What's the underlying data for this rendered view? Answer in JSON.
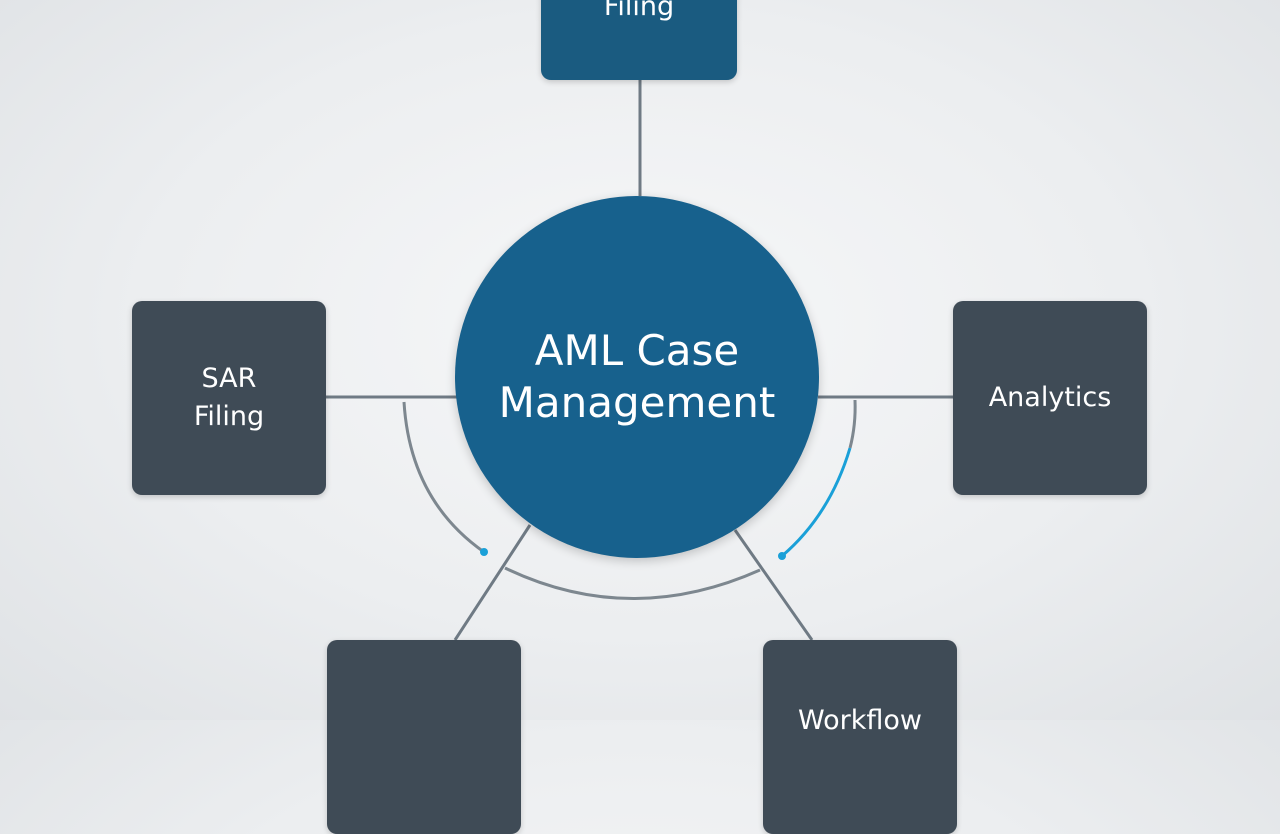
{
  "hub": {
    "line1": "AML Case",
    "line2": "Management"
  },
  "nodes": {
    "top": {
      "label": "Filing"
    },
    "left": {
      "line1": "SAR",
      "line2": "Filing"
    },
    "right": {
      "label": "Analytics"
    },
    "bottom_left": {
      "label": ""
    },
    "bottom_right": {
      "label": "Workflow"
    }
  },
  "colors": {
    "hub": "#17618d",
    "top_node": "#1a5b80",
    "node": "#3f4b56",
    "connector": "#6f7a84",
    "accent_arc": "#1aa0d8",
    "background": "#eceef0"
  }
}
